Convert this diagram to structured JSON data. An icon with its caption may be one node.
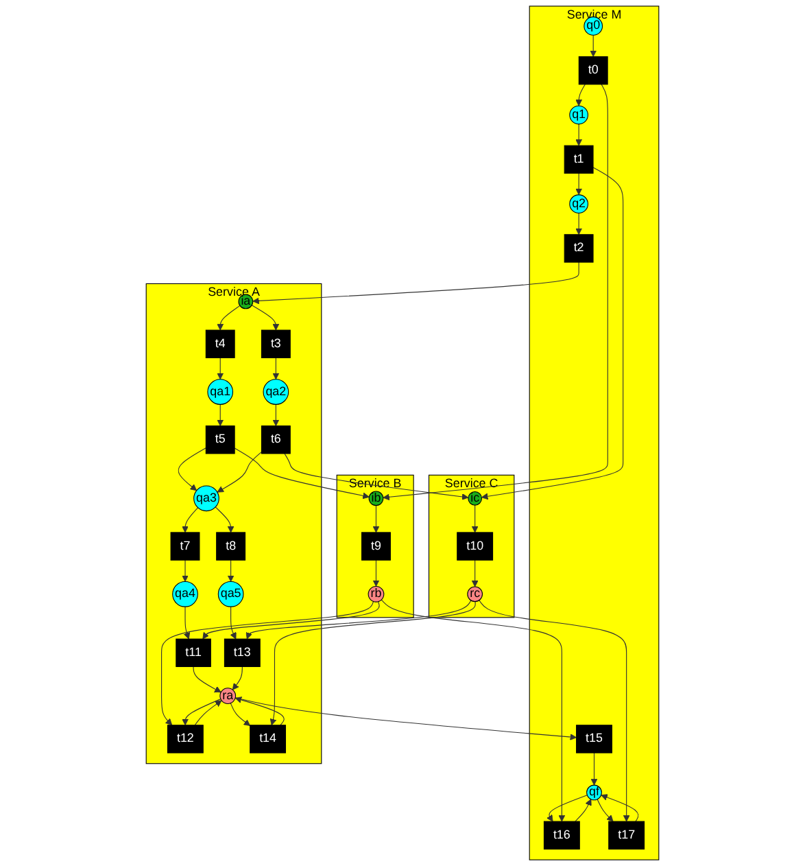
{
  "diagram": {
    "nodes": [
      {
        "text": [
          "Service M"
        ]
      },
      {
        "text": [
          "q0"
        ],
        "in": 0
      },
      {
        "text": [
          "t0"
        ],
        "in": 0
      },
      {
        "text": [
          "q1"
        ],
        "in": 0
      },
      {
        "text": [
          "t1"
        ],
        "in": 0
      },
      {
        "text": [
          "q2"
        ],
        "in": 0
      },
      {
        "text": [
          "t2"
        ],
        "in": 0
      },
      {
        "text": [
          "t15"
        ],
        "in": 0
      },
      {
        "text": [
          "t16"
        ],
        "in": 0
      },
      {
        "text": [
          "qf"
        ],
        "in": 0
      },
      {
        "text": [
          "t17"
        ],
        "in": 0
      },
      {
        "text": [
          "Service A"
        ]
      },
      {
        "text": [
          "ia"
        ],
        "in": 11
      },
      {
        "text": [
          "t3"
        ],
        "in": 11
      },
      {
        "text": [
          "t4"
        ],
        "in": 11
      },
      {
        "text": [
          "qa1"
        ],
        "in": 11
      },
      {
        "text": [
          "qa2"
        ],
        "in": 11
      },
      {
        "text": [
          "t5"
        ],
        "in": 11
      },
      {
        "text": [
          "t6"
        ],
        "in": 11
      },
      {
        "text": [
          "qa3"
        ],
        "in": 11
      },
      {
        "text": [
          "t7"
        ],
        "in": 11
      },
      {
        "text": [
          "t8"
        ],
        "in": 11
      },
      {
        "text": [
          "qa4"
        ],
        "in": 11
      },
      {
        "text": [
          "qa5"
        ],
        "in": 11
      },
      {
        "text": [
          "t11"
        ],
        "in": 11
      },
      {
        "text": [
          "t12"
        ],
        "in": 11
      },
      {
        "text": [
          "t13"
        ],
        "in": 11
      },
      {
        "text": [
          "ra"
        ],
        "in": 11
      },
      {
        "text": [
          "t14"
        ],
        "in": 11
      },
      {
        "text": [
          "Service B"
        ]
      },
      {
        "text": [
          "ib"
        ],
        "in": 29
      },
      {
        "text": [
          "t9"
        ],
        "in": 29
      },
      {
        "text": [
          "rb"
        ],
        "in": 29
      },
      {
        "text": [
          "Service C"
        ]
      },
      {
        "text": [
          "ic"
        ],
        "in": 33
      },
      {
        "text": [
          "t10"
        ],
        "in": 33
      },
      {
        "text": [
          "rc"
        ],
        "in": 33
      }
    ],
    "edges": [
      {
        "from": 1,
        "to": 2,
        "arrow": "to"
      },
      {
        "from": 2,
        "to": 3,
        "arrow": "to"
      },
      {
        "from": 3,
        "to": 4,
        "arrow": "to"
      },
      {
        "from": 4,
        "to": 5,
        "arrow": "to"
      },
      {
        "from": 5,
        "to": 6,
        "arrow": "to"
      },
      {
        "from": 2,
        "to": 30,
        "arrow": "to"
      },
      {
        "from": 4,
        "to": 34,
        "arrow": "to"
      },
      {
        "from": 6,
        "to": 12,
        "arrow": "to"
      },
      {
        "from": 27,
        "to": 7,
        "arrow": "to"
      },
      {
        "from": 7,
        "to": 9,
        "arrow": "to"
      },
      {
        "from": 9,
        "to": 8,
        "arrow": "to"
      },
      {
        "from": 32,
        "to": 8,
        "arrow": "to"
      },
      {
        "from": 8,
        "to": 9,
        "arrow": "to"
      },
      {
        "from": 9,
        "to": 10,
        "arrow": "to"
      },
      {
        "from": 36,
        "to": 10,
        "arrow": "to"
      },
      {
        "from": 10,
        "to": 9,
        "arrow": "to"
      },
      {
        "from": 12,
        "to": 13,
        "arrow": "to"
      },
      {
        "from": 12,
        "to": 14,
        "arrow": "to"
      },
      {
        "from": 13,
        "to": 16,
        "arrow": "to"
      },
      {
        "from": 14,
        "to": 15,
        "arrow": "to"
      },
      {
        "from": 15,
        "to": 17,
        "arrow": "to"
      },
      {
        "from": 16,
        "to": 18,
        "arrow": "to"
      },
      {
        "from": 17,
        "to": 19,
        "arrow": "to"
      },
      {
        "from": 18,
        "to": 19,
        "arrow": "to"
      },
      {
        "from": 17,
        "to": 30,
        "arrow": "to"
      },
      {
        "from": 18,
        "to": 34,
        "arrow": "to"
      },
      {
        "from": 19,
        "to": 20,
        "arrow": "to"
      },
      {
        "from": 19,
        "to": 21,
        "arrow": "to"
      },
      {
        "from": 20,
        "to": 22,
        "arrow": "to"
      },
      {
        "from": 21,
        "to": 23,
        "arrow": "to"
      },
      {
        "from": 22,
        "to": 24,
        "arrow": "to"
      },
      {
        "from": 32,
        "to": 24,
        "arrow": "to"
      },
      {
        "from": 23,
        "to": 26,
        "arrow": "to"
      },
      {
        "from": 36,
        "to": 26,
        "arrow": "to"
      },
      {
        "from": 32,
        "to": 25,
        "arrow": "to"
      },
      {
        "from": 24,
        "to": 27,
        "arrow": "to"
      },
      {
        "from": 27,
        "to": 25,
        "arrow": "to"
      },
      {
        "from": 25,
        "to": 27,
        "arrow": "to"
      },
      {
        "from": 26,
        "to": 27,
        "arrow": "to"
      },
      {
        "from": 27,
        "to": 28,
        "arrow": "to"
      },
      {
        "from": 36,
        "to": 28,
        "arrow": "to"
      },
      {
        "from": 28,
        "to": 27,
        "arrow": "to"
      },
      {
        "from": 30,
        "to": 31,
        "arrow": "to"
      },
      {
        "from": 31,
        "to": 32,
        "arrow": "to"
      },
      {
        "from": 34,
        "to": 35,
        "arrow": "to"
      },
      {
        "from": 35,
        "to": 36,
        "arrow": "to"
      }
    ]
  }
}
